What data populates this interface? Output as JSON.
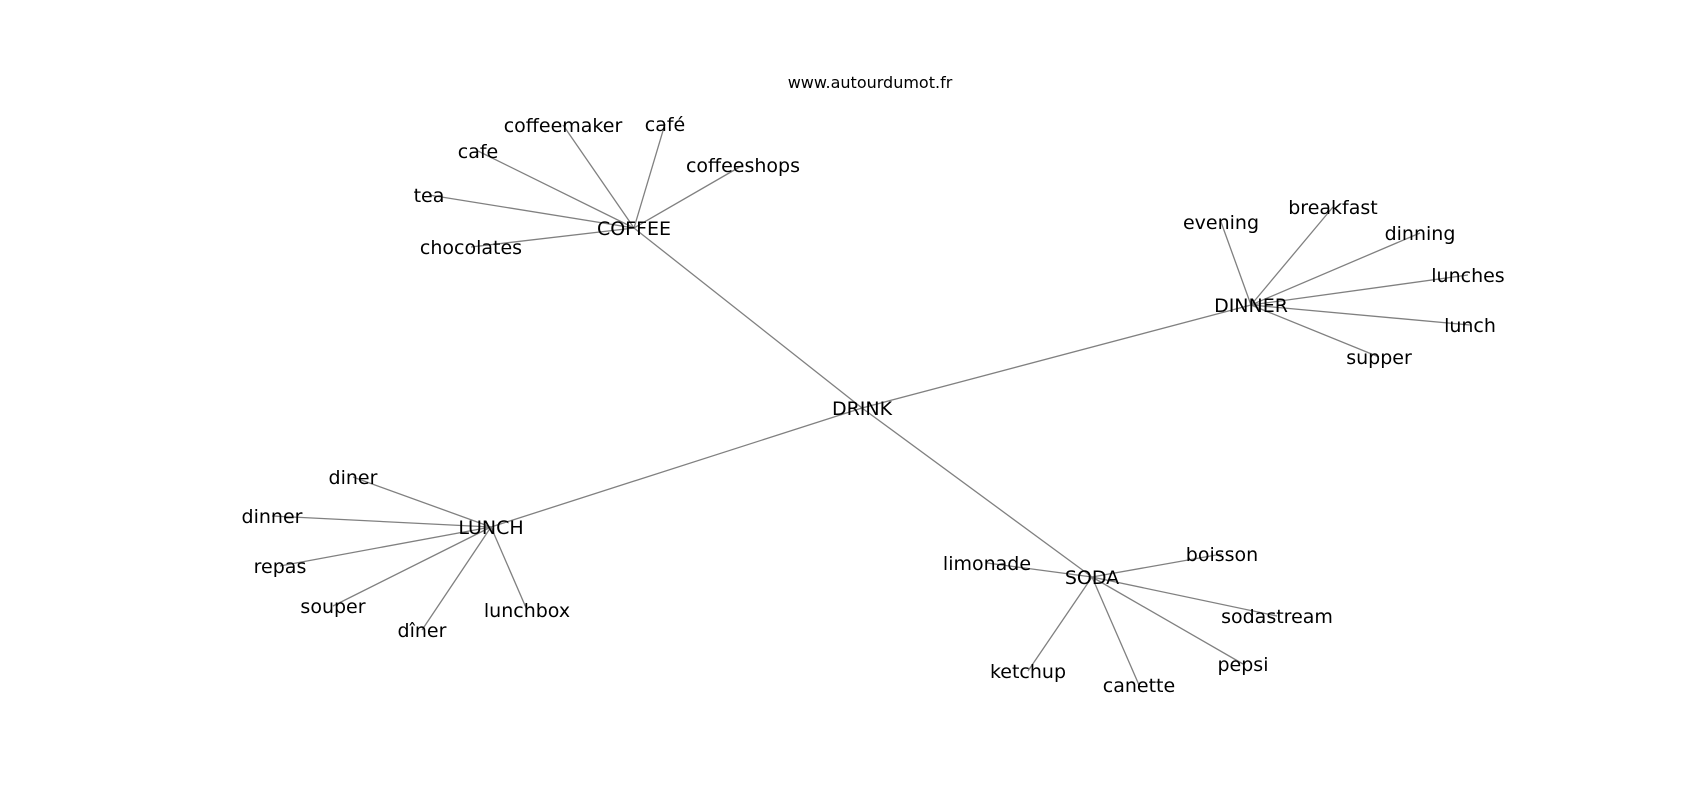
{
  "site": "www.autourdumot.fr",
  "graph": {
    "center": "DRINK",
    "hubs": [
      {
        "label": "COFFEE",
        "leaves": [
          "coffeemaker",
          "café",
          "cafe",
          "coffeeshops",
          "tea",
          "chocolates"
        ]
      },
      {
        "label": "DINNER",
        "leaves": [
          "evening",
          "breakfast",
          "dinning",
          "lunches",
          "lunch",
          "supper"
        ]
      },
      {
        "label": "LUNCH",
        "leaves": [
          "diner",
          "dinner",
          "repas",
          "souper",
          "dîner",
          "lunchbox"
        ]
      },
      {
        "label": "SODA",
        "leaves": [
          "limonade",
          "boisson",
          "sodastream",
          "pepsi",
          "canette",
          "ketchup"
        ]
      }
    ]
  },
  "colors": {
    "edge": "#808080",
    "text": "#000000",
    "background": "#ffffff"
  }
}
